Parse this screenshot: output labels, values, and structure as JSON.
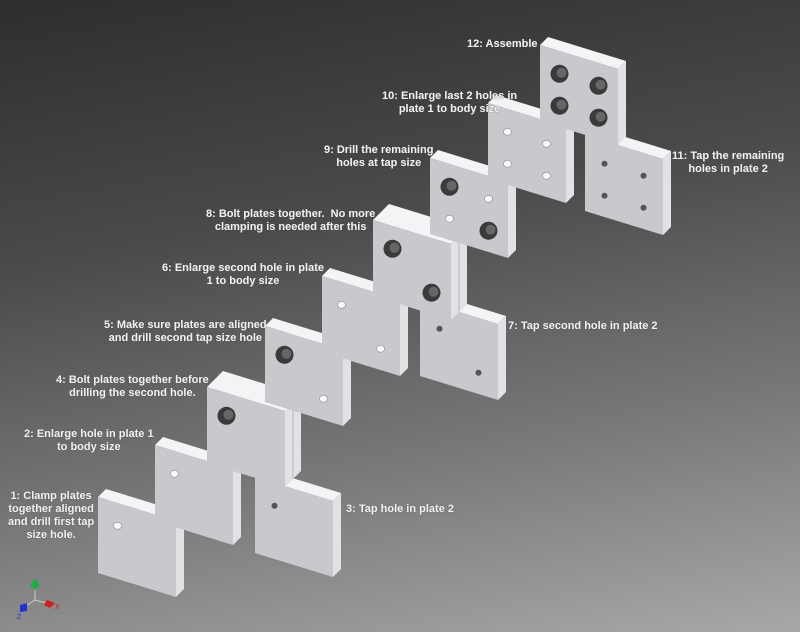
{
  "steps": [
    {
      "n": 1,
      "text": "1: Clamp plates\ntogether aligned\nand drill first tap\nsize hole."
    },
    {
      "n": 2,
      "text": "2: Enlarge hole in plate 1\nto body size"
    },
    {
      "n": 3,
      "text": "3: Tap hole in plate 2"
    },
    {
      "n": 4,
      "text": "4: Bolt plates together before\ndrilling the second hole."
    },
    {
      "n": 5,
      "text": "5: Make sure plates are aligned\nand drill second tap size hole"
    },
    {
      "n": 6,
      "text": "6: Enlarge second hole in plate\n1 to body size"
    },
    {
      "n": 7,
      "text": "7: Tap second hole in plate 2"
    },
    {
      "n": 8,
      "text": "8: Bolt plates together.  No more\nclamping is needed after this"
    },
    {
      "n": 9,
      "text": "9: Drill the remaining\nholes at tap size"
    },
    {
      "n": 10,
      "text": "10: Enlarge last 2 holes in\nplate 1 to body size"
    },
    {
      "n": 11,
      "text": "11: Tap the remaining\nholes in plate 2"
    },
    {
      "n": 12,
      "text": "12: Assemble"
    }
  ],
  "axis_triad": {
    "x": "X",
    "y": "Y",
    "z": "Z",
    "colors": {
      "x": "#cc2222",
      "y": "#22aa44",
      "z": "#2233cc"
    }
  }
}
